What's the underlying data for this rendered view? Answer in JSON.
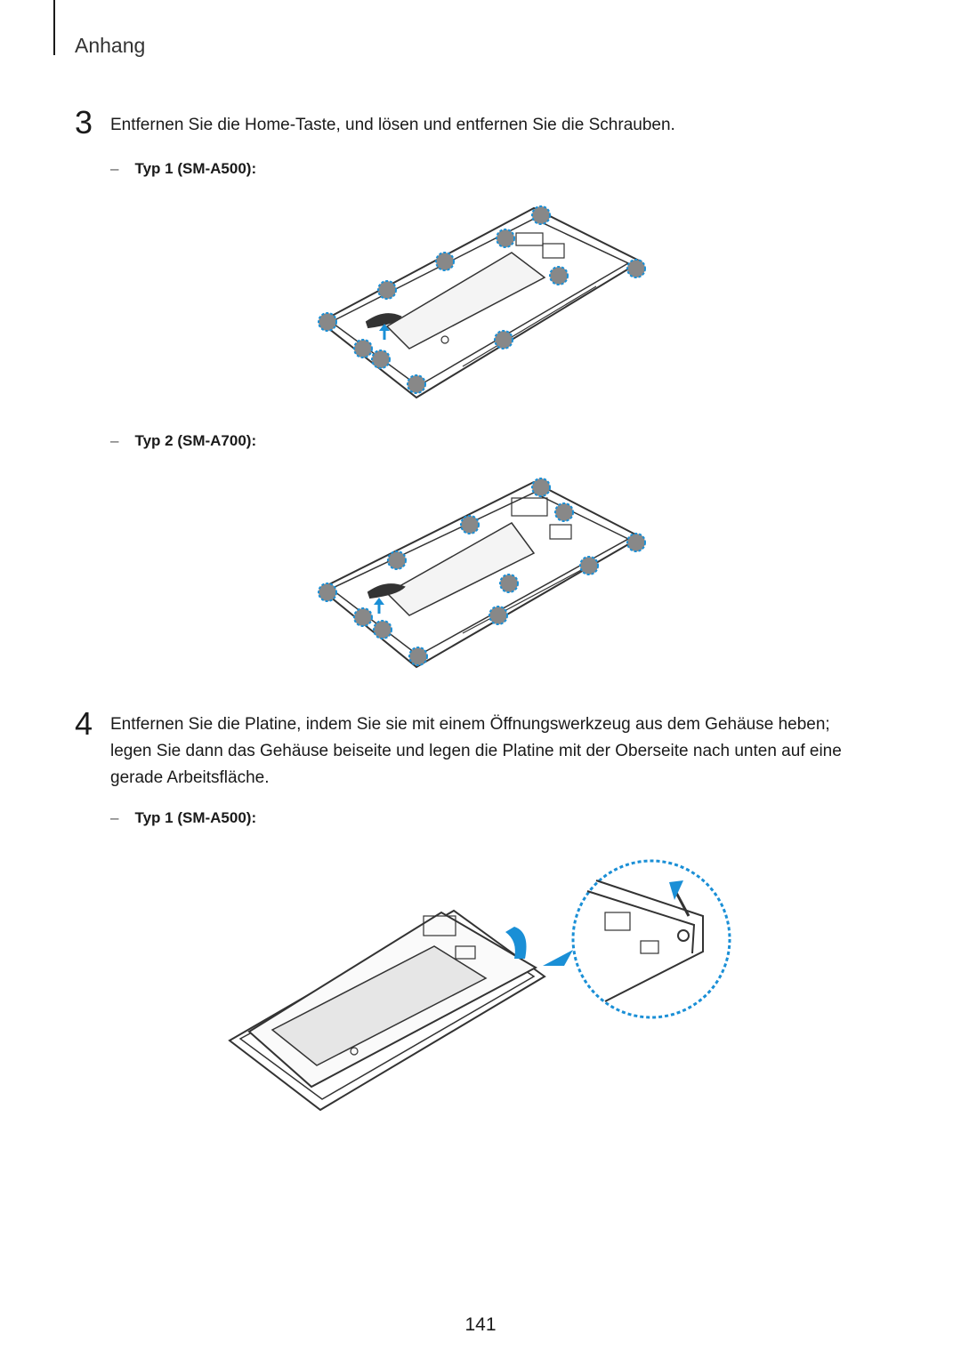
{
  "header": {
    "section": "Anhang"
  },
  "steps": [
    {
      "number": "3",
      "text": "Entfernen Sie die Home-Taste, und lösen und entfernen Sie die Schrauben.",
      "variants": [
        {
          "dash": "–",
          "label": "Typ 1 (SM-A500):"
        },
        {
          "dash": "–",
          "label": "Typ 2 (SM-A700):"
        }
      ]
    },
    {
      "number": "4",
      "text": "Entfernen Sie die Platine, indem Sie sie mit einem Öffnungswerkzeug aus dem Gehäuse heben; legen Sie dann das Gehäuse beiseite und legen die Platine mit der Oberseite nach unten auf eine gerade Arbeitsfläche.",
      "variants": [
        {
          "dash": "–",
          "label": "Typ 1 (SM-A500):"
        }
      ]
    }
  ],
  "footer": {
    "page_number": "141"
  },
  "colors": {
    "accent": "#1a8fd6",
    "line": "#333333"
  }
}
